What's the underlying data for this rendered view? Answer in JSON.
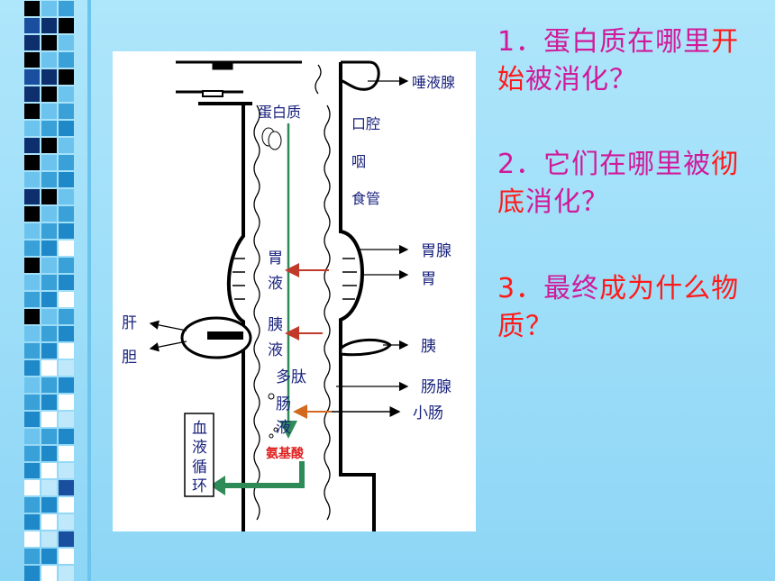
{
  "questions": [
    {
      "segments": [
        "1．蛋白质在哪里",
        "开始",
        "被消化？"
      ]
    },
    {
      "segments": [
        "2．它们在哪里被",
        "彻底",
        "消化？"
      ]
    },
    {
      "segments": [
        "3．",
        "最终",
        "成为什么物质？"
      ]
    }
  ],
  "diagram": {
    "labels": {
      "protein": "蛋白质",
      "mouth": "口腔",
      "pharynx": "咽",
      "esophagus": "食管",
      "salivary_gland": "唾液腺",
      "gastric_gland": "胃腺",
      "stomach": "胃",
      "gastric_juice_1": "胃",
      "gastric_juice_2": "液",
      "liver": "肝",
      "gallbladder": "胆",
      "pancreatic_juice_1": "胰",
      "pancreatic_juice_2": "液",
      "pancreas": "胰",
      "polypeptide": "多肽",
      "intestinal_gland": "肠腺",
      "small_intestine": "小肠",
      "intestinal_juice_1": "肠",
      "intestinal_juice_2": "液",
      "amino_acid": "氨基酸",
      "blood_1": "血",
      "blood_2": "液",
      "blood_3": "循",
      "blood_4": "环"
    }
  },
  "colors": {
    "text_magenta": "#d01a9a",
    "text_red": "#ff1a1a",
    "diagram_text": "#1a237e",
    "arrow_green": "#2e8b57",
    "arrow_red": "#c0392b",
    "arrow_orange": "#d2691e",
    "background": "#9fdcf7"
  }
}
